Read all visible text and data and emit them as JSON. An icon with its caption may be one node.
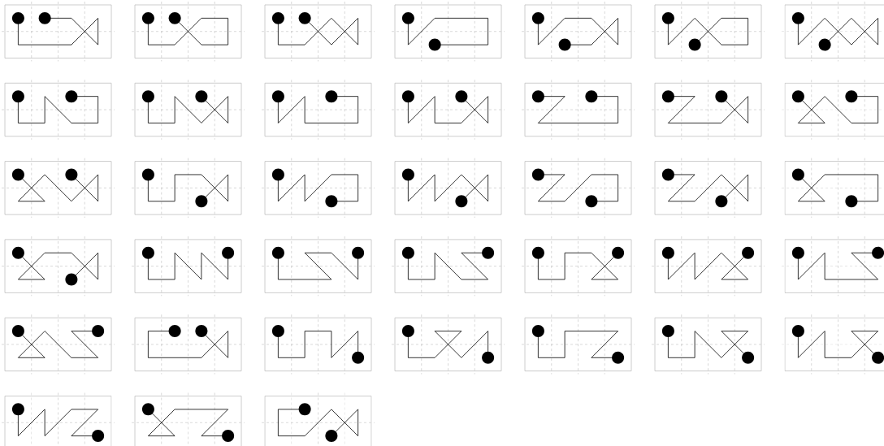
{
  "diagram": {
    "nodes": [
      {
        "text": [],
        "shape": "box"
      },
      {
        "text": [],
        "shape": "box"
      },
      {
        "text": [],
        "shape": "box"
      },
      {
        "text": [],
        "shape": "box"
      },
      {
        "text": [],
        "shape": "box"
      },
      {
        "text": [],
        "shape": "box"
      },
      {
        "text": [],
        "shape": "box"
      },
      {
        "text": [],
        "shape": "box"
      },
      {
        "text": [],
        "shape": "box"
      },
      {
        "text": [],
        "shape": "box"
      },
      {
        "text": [],
        "shape": "box"
      },
      {
        "text": [],
        "shape": "box"
      },
      {
        "text": [],
        "shape": "box"
      },
      {
        "text": [],
        "shape": "box"
      },
      {
        "text": [],
        "shape": "box"
      },
      {
        "text": [],
        "shape": "box"
      },
      {
        "text": [],
        "shape": "box"
      },
      {
        "text": [],
        "shape": "box"
      },
      {
        "text": [],
        "shape": "box"
      },
      {
        "text": [],
        "shape": "box"
      },
      {
        "text": [],
        "shape": "box"
      },
      {
        "text": [],
        "shape": "box"
      },
      {
        "text": [],
        "shape": "box"
      },
      {
        "text": [],
        "shape": "box"
      },
      {
        "text": [],
        "shape": "box"
      },
      {
        "text": [],
        "shape": "box"
      },
      {
        "text": [],
        "shape": "box"
      },
      {
        "text": [],
        "shape": "box"
      },
      {
        "text": [],
        "shape": "box"
      },
      {
        "text": [],
        "shape": "box"
      },
      {
        "text": [],
        "shape": "box"
      },
      {
        "text": [],
        "shape": "box"
      },
      {
        "text": [],
        "shape": "box"
      },
      {
        "text": [],
        "shape": "box"
      },
      {
        "text": [],
        "shape": "box"
      },
      {
        "text": [],
        "shape": "box"
      },
      {
        "text": [],
        "shape": "box"
      },
      {
        "text": [],
        "shape": "box"
      }
    ]
  }
}
